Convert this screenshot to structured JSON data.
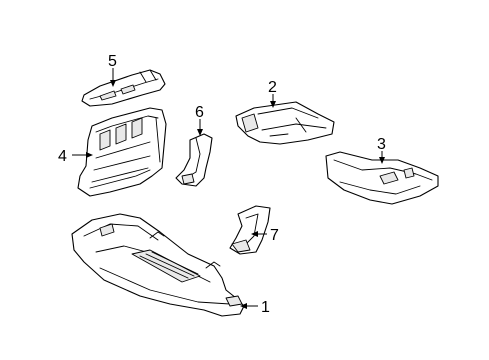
{
  "callouts": {
    "c1": "1",
    "c2": "2",
    "c3": "3",
    "c4": "4",
    "c5": "5",
    "c6": "6",
    "c7": "7"
  },
  "colors": {
    "line": "#000000",
    "background": "#ffffff",
    "shade": "#e9e9e9"
  }
}
